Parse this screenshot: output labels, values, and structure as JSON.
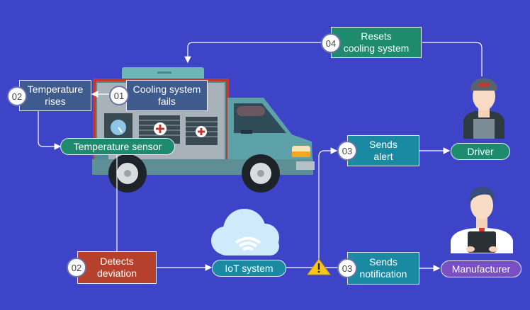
{
  "nodes": {
    "resets": {
      "num": "04",
      "label": "Resets\ncooling system"
    },
    "cooling_fails": {
      "num": "01",
      "label": "Cooling system\nfails"
    },
    "temp_rises": {
      "num": "02",
      "label": "Temperature\nrises"
    },
    "temp_sensor": {
      "label": "Temperature sensor"
    },
    "sends_alert": {
      "num": "03",
      "label": "Sends\nalert"
    },
    "driver": {
      "label": "Driver"
    },
    "detects": {
      "num": "02",
      "label": "Detects\ndeviation"
    },
    "iot": {
      "label": "IoT system"
    },
    "sends_notif": {
      "num": "03",
      "label": "Sends\nnotification"
    },
    "manufacturer": {
      "label": "Manufacturer"
    }
  },
  "colors": {
    "background": "#3e44c8",
    "navy": "#3f5a8c",
    "teal": "#1a8aa3",
    "green": "#1e8a6e",
    "red": "#b5402b",
    "purple": "#7a4fc4"
  },
  "icons": [
    "truck-icon",
    "cloud-wifi-icon",
    "warning-icon",
    "driver-avatar-icon",
    "manufacturer-avatar-icon"
  ]
}
